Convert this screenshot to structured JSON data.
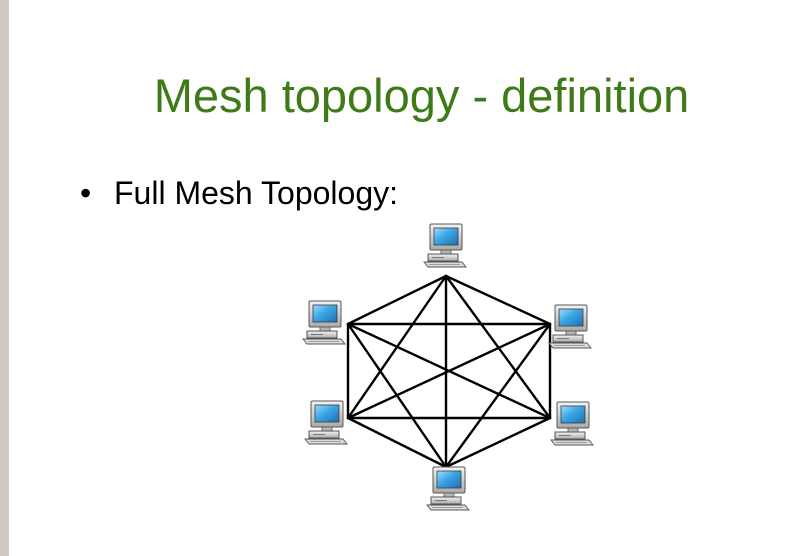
{
  "slide": {
    "title": "Mesh topology - definition",
    "bullet_symbol": "•",
    "bullet_text": "Full Mesh Topology:"
  },
  "diagram": {
    "topology": "full mesh",
    "node_icon": "desktop-computer-icon",
    "node_count": 6,
    "link_color": "#000000",
    "screen_color": "#3aa6e3",
    "case_color": "#d2d2d2"
  }
}
